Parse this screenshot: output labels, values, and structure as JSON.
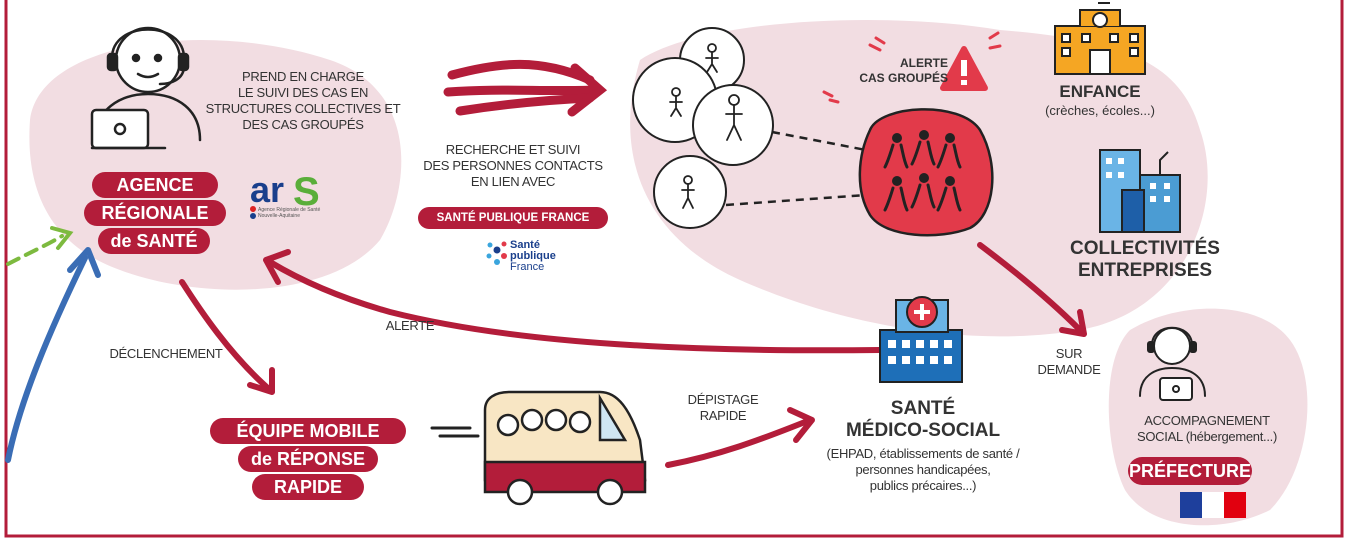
{
  "ars": {
    "task": [
      "PREND EN CHARGE",
      "LE SUIVI DES CAS EN",
      "STRUCTURES COLLECTIVES ET",
      "DES CAS GROUPÉS"
    ],
    "pill": [
      "AGENCE",
      "RÉGIONALE",
      "de SANTÉ"
    ],
    "logo": {
      "text": "arS",
      "sub1": "Agence Régionale de Santé",
      "sub2": "Nouvelle-Aquitaine"
    }
  },
  "spf": {
    "text": [
      "RECHERCHE ET SUIVI",
      "DES PERSONNES CONTACTS",
      "EN LIEN AVEC"
    ],
    "pill": "SANTÉ PUBLIQUE FRANCE",
    "logo": [
      "Santé",
      "publique",
      "France"
    ]
  },
  "alert_cluster": [
    "ALERTE",
    "CAS GROUPÉS"
  ],
  "enfance": {
    "title": "ENFANCE",
    "sub": "(crèches, écoles...)"
  },
  "collectivites": [
    "COLLECTIVITÉS",
    "ENTREPRISES"
  ],
  "medico": {
    "title": [
      "SANTÉ",
      "MÉDICO-SOCIAL"
    ],
    "sub": [
      "(EHPAD, établissements de santé /",
      "personnes handicapées,",
      "publics précaires...)"
    ]
  },
  "labels": {
    "alerte": "ALERTE",
    "declenchement": "DÉCLENCHEMENT",
    "depistage": [
      "DÉPISTAGE",
      "RAPIDE"
    ],
    "sur_demande": [
      "SUR",
      "DEMANDE"
    ]
  },
  "equipe": [
    "ÉQUIPE MOBILE",
    "de RÉPONSE",
    "RAPIDE"
  ],
  "prefecture": {
    "text": [
      "ACCOMPAGNEMENT",
      "SOCIAL (hébergement...)"
    ],
    "pill": "PRÉFECTURE"
  },
  "colors": {
    "crimson": "#b31d3a",
    "pink": "#f2dde2",
    "red": "#e23a4a",
    "green": "#7dba3f",
    "blue": "#3a6db5"
  }
}
